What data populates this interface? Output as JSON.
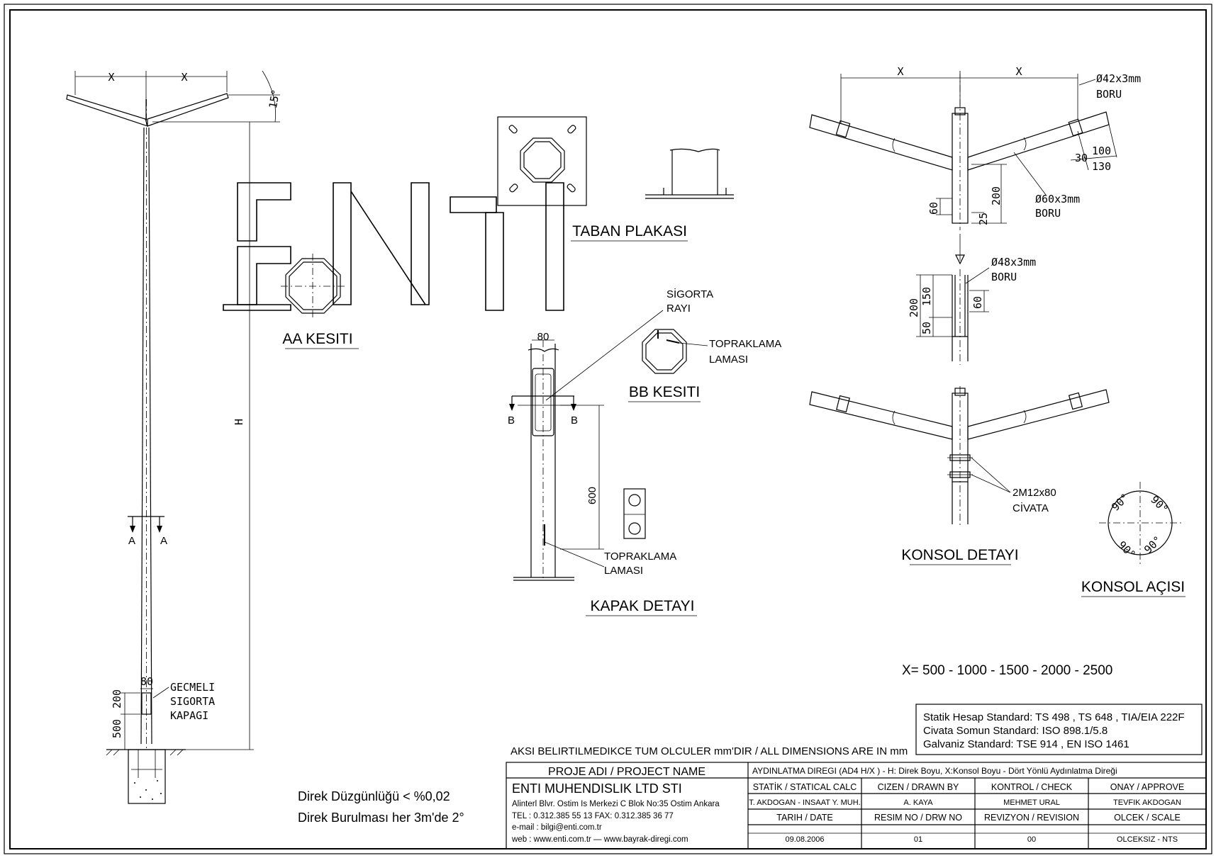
{
  "drawing": {
    "views": {
      "aa_section": "AA KESITI",
      "base_plate": "TABAN PLAKASI",
      "bb_section": "BB KESITI",
      "cover_detail": "KAPAK DETAYI",
      "bracket_detail": "KONSOL DETAYI",
      "bracket_angle": "KONSOL AÇISI"
    },
    "pole": {
      "dim_x_left": "X",
      "dim_x_right": "X",
      "angle": "15°",
      "height": "H",
      "section_a_left": "A",
      "section_a_right": "A",
      "base_width": "80",
      "base_dim_200": "200",
      "base_dim_500": "500",
      "note_line1": "GECMELI",
      "note_line2": "SIGORTA",
      "note_line3": "KAPAGI"
    },
    "cover": {
      "width": "80",
      "section_b_left": "B",
      "section_b_right": "B",
      "dim_600": "600",
      "fuse_rail_line1": "SİGORTA",
      "fuse_rail_line2": "RAYI",
      "ground_line1": "TOPRAKLAMA",
      "ground_line2": "LAMASI",
      "bb_ground_line1": "TOPRAKLAMA",
      "bb_ground_line2": "LAMASI"
    },
    "bracket": {
      "dim_x_left": "X",
      "dim_x_right": "X",
      "pipe_42_line1": "Ø42x3mm",
      "pipe_42_line2": "BORU",
      "pipe_60_line1": "Ø60x3mm",
      "pipe_60_line2": "BORU",
      "pipe_48_line1": "Ø48x3mm",
      "pipe_48_line2": "BORU",
      "dim_100": "100",
      "dim_30": "30",
      "dim_130": "130",
      "dim_200": "200",
      "dim_60": "60",
      "dim_25": "25",
      "dim_150": "150",
      "dim_200b": "200",
      "dim_50": "50",
      "dim_60b": "60",
      "bolt_line1": "2M12x80",
      "bolt_line2": "CİVATA",
      "angle_90": "90°"
    },
    "x_values": "X= 500 - 1000 - 1500 - 2000 - 2500",
    "tolerance_line1": "Direk Düzgünlüğü < %0,02",
    "tolerance_line2": "Direk Burulması her 3m'de 2°",
    "dimension_note": "AKSI BELIRTILMEDIKCE TUM OLCULER mm'DIR / ALL DIMENSIONS ARE IN mm"
  },
  "standards": {
    "line1": "Statik Hesap Standard: TS 498 , TS 648 , TIA/EIA 222F",
    "line2": "Civata Somun Standard: ISO 898.1/5.8",
    "line3": "Galvaniz Standard: TSE 914 , EN ISO 1461"
  },
  "title_block": {
    "project_name_label": "PROJE ADI / PROJECT NAME",
    "project_name_value": "AYDINLATMA DIREGI (AD4 H/X ) - H: Direk Boyu, X:Konsol Boyu - Dört Yönlü Aydınlatma Direği",
    "company_name": "ENTI MUHENDISLIK LTD STI",
    "address": "Alinterl Blvr. Ostim Is Merkezi C Blok No:35 Ostim Ankara",
    "phone": "TEL : 0.312.385 55 13  FAX: 0.312.385 36 77",
    "email": "e-mail : bilgi@enti.com.tr",
    "web": "web    : www.enti.com.tr   —   www.bayrak-diregi.com",
    "statical_label": "STATİK / STATICAL CALC",
    "statical_value": "T. AKDOGAN - INSAAT Y. MUH.",
    "drawn_label": "CIZEN / DRAWN BY",
    "drawn_value": "A. KAYA",
    "check_label": "KONTROL / CHECK",
    "check_value": "MEHMET URAL",
    "approve_label": "ONAY / APPROVE",
    "approve_value": "TEVFIK AKDOGAN",
    "date_label": "TARIH / DATE",
    "date_value": "09.08.2006",
    "drw_label": "RESIM NO / DRW NO",
    "drw_value": "01",
    "rev_label": "REVIZYON / REVISION",
    "rev_value": "00",
    "scale_label": "OLCEK / SCALE",
    "scale_value": "OLCEKSIZ - NTS"
  }
}
